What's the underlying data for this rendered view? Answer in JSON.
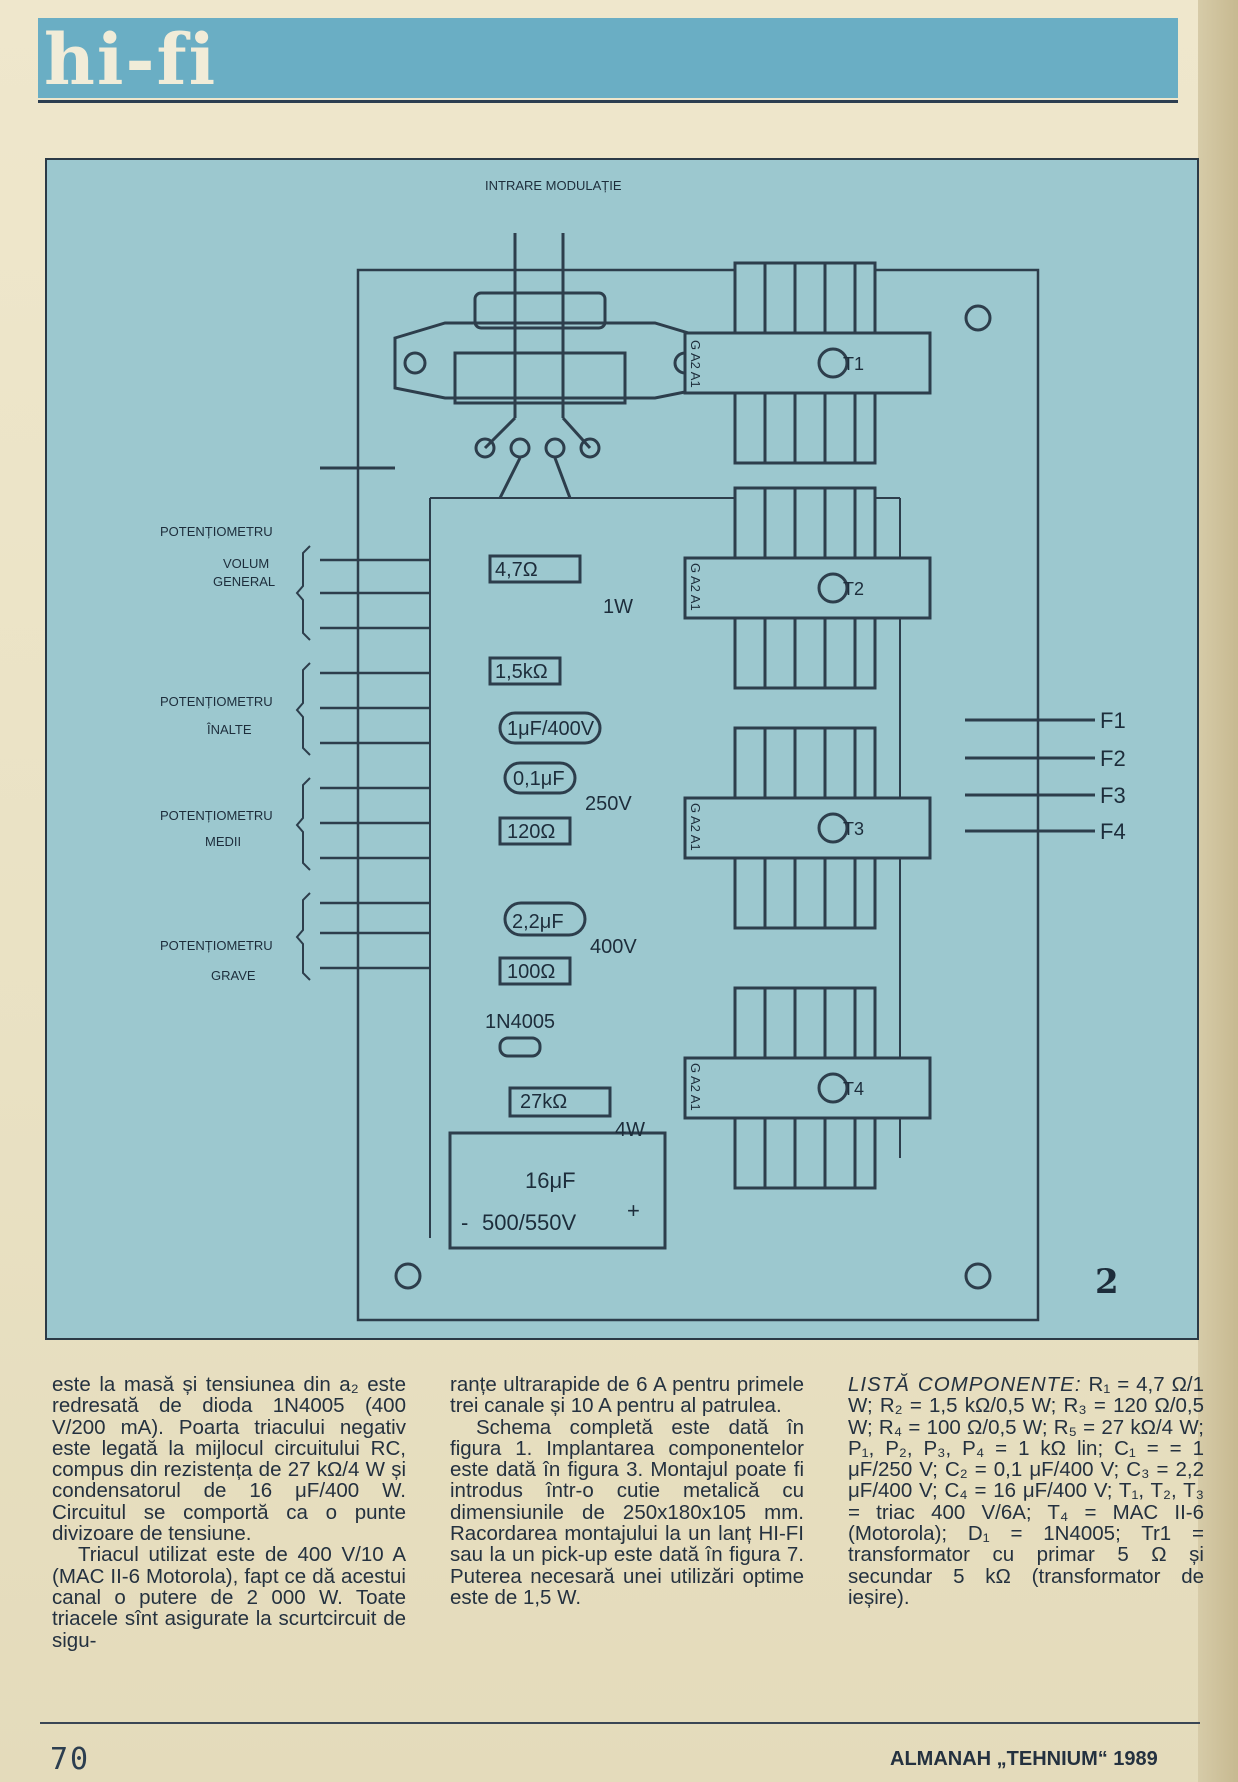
{
  "header": {
    "section_label": "hi-fi",
    "band_color": "#6aaec4"
  },
  "figure": {
    "number": "2",
    "background_color": "#9cc8cf",
    "input_label": "INTRARE MODULAȚIE",
    "pot_labels": {
      "volume_1": "POTENȚIOMETRU",
      "volume_2": "VOLUM",
      "volume_3": "GENERAL",
      "high_1": "POTENȚIOMETRU",
      "high_2": "ÎNALTE",
      "mid_1": "POTENȚIOMETRU",
      "mid_2": "MEDII",
      "bass_1": "POTENȚIOMETRU",
      "bass_2": "GRAVE"
    },
    "components": {
      "r1": "4,7Ω",
      "r1_power": "1W",
      "r2": "1,5kΩ",
      "c1": "1μF/400V",
      "c2": "0,1μF",
      "c2_voltage": "250V",
      "r3": "120Ω",
      "c3": "2,2μF",
      "c3_voltage": "400V",
      "r4": "100Ω",
      "d1": "1N4005",
      "r5": "27kΩ",
      "r5_power": "4W",
      "c4_value": "16μF",
      "c4_voltage": "500/550V",
      "c4_minus": "-",
      "c4_plus": "+"
    },
    "triacs": [
      "T1",
      "T2",
      "T3",
      "T4"
    ],
    "triac_pins": "G A2 A1",
    "outputs": [
      "F1",
      "F2",
      "F3",
      "F4"
    ]
  },
  "columns": {
    "col1": [
      "este la masă și tensiunea din a₂ este redresată de dioda 1N4005 (400 V/200 mA). Poarta triacului negativ este legată la mijlocul circuitului RC, compus din rezistența de 27 kΩ/4 W și condensatorul de 16 μF/400 W. Circuitul se comportă ca o punte divizoare de tensiune.",
      "Triacul utilizat este de 400 V/10 A (MAC II-6 Motorola), fapt ce dă acestui canal o putere de 2 000 W. Toate triacele sînt asigurate la scurtcircuit de sigu-"
    ],
    "col2": [
      "ranțe ultrarapide de 6 A pentru primele trei canale și 10 A pentru al patrulea.",
      "Schema completă este dată în figura 1. Implantarea componentelor este dată în figura 3. Montajul poate fi introdus într-o cutie metalică cu dimensiunile de 250x180x105 mm. Racordarea montajului la un lanț HI-FI sau la un pick-up este dată în figura 7. Puterea necesară unei utilizări optime este de 1,5 W."
    ],
    "col3_title": "LISTĂ COMPONENTE:",
    "col3_body": "R₁ = 4,7 Ω/1 W; R₂ = 1,5 kΩ/0,5 W; R₃ = 120 Ω/0,5 W; R₄ = 100 Ω/0,5 W; R₅ = 27 kΩ/4 W; P₁, P₂, P₃, P₄ = 1 kΩ lin; C₁ = = 1 μF/250 V; C₂ = 0,1 μF/400 V; C₃ = 2,2 μF/400 V; C₄ = 16 μF/400 V; T₁, T₂, T₃ = triac 400 V/6A; T₄ = MAC II-6 (Motorola); D₁ = 1N4005; Tr1 = transformator cu primar 5 Ω și secundar 5 kΩ (transformator de ieșire)."
  },
  "footer": {
    "page_number": "70",
    "publication": "ALMANAH „TEHNIUM“ 1989"
  }
}
